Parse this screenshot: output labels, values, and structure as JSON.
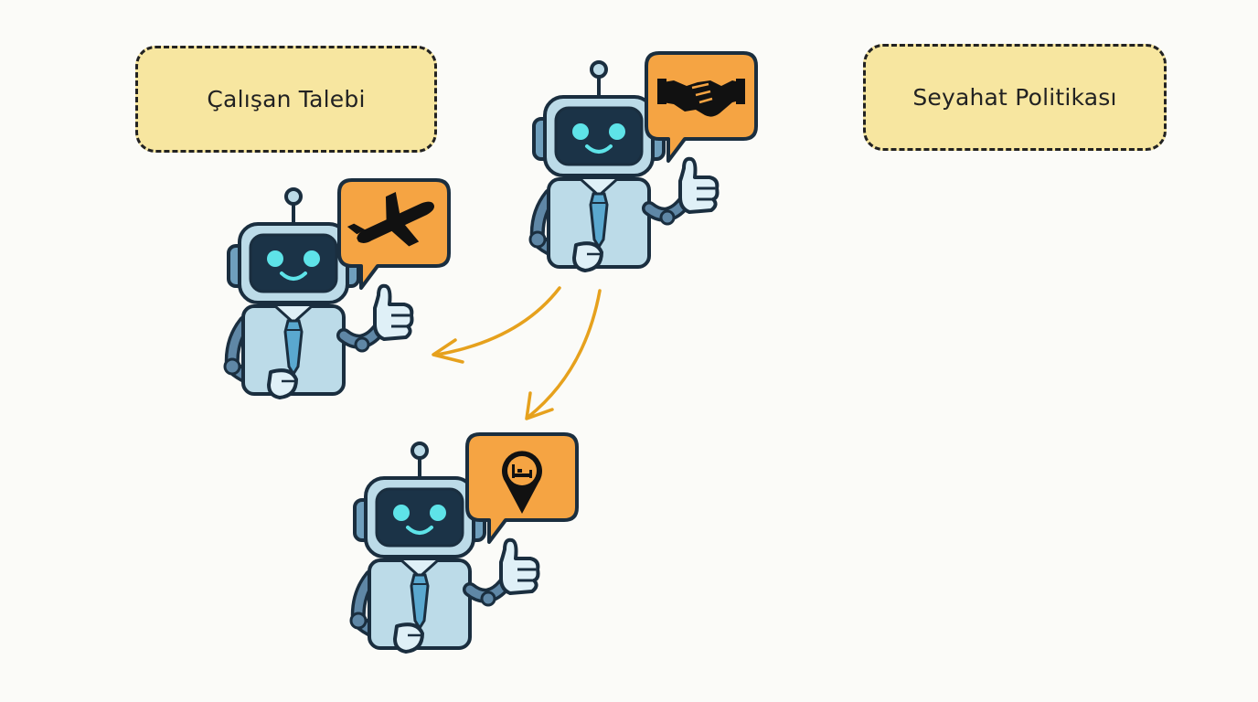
{
  "notes": {
    "left_label": "Çalışan Talebi",
    "right_label": "Seyahat Politikası"
  },
  "agents": [
    {
      "role": "coordinator",
      "icon": "handshake-icon"
    },
    {
      "role": "flight-agent",
      "icon": "airplane-icon"
    },
    {
      "role": "hotel-agent",
      "icon": "hotel-location-pin-icon"
    }
  ],
  "colors": {
    "note_fill": "#f7e6a0",
    "bubble_fill": "#f5a443",
    "robot_body": "#bcdbe8",
    "robot_dark": "#1a2e3f",
    "robot_eye": "#5ee3e8",
    "arrow": "#e6a11d"
  }
}
